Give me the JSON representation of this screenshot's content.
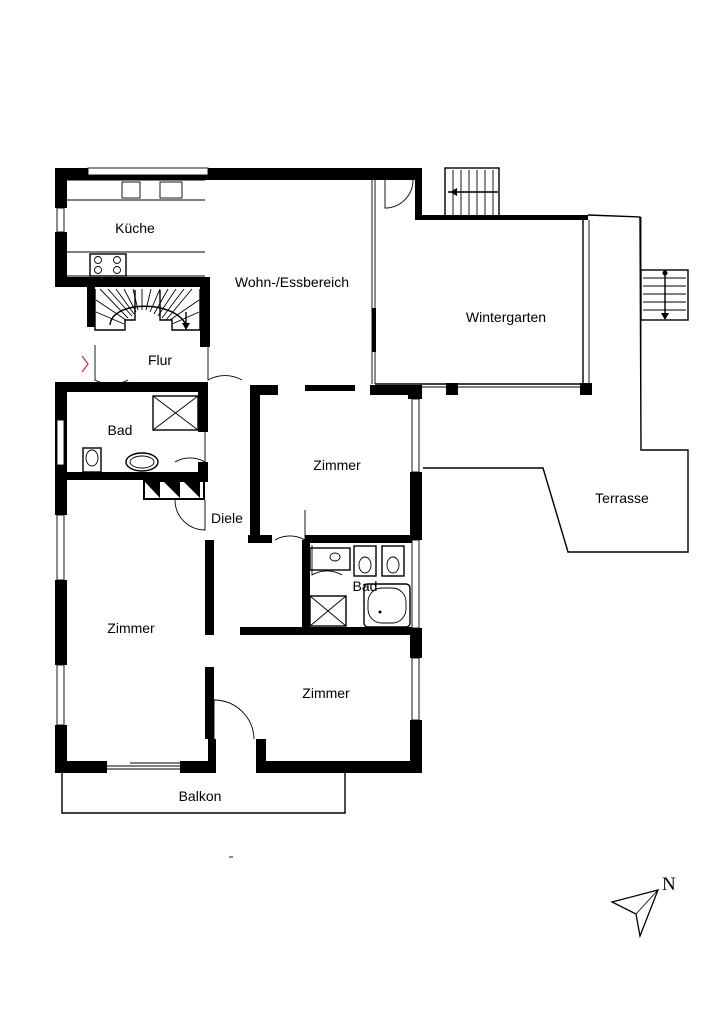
{
  "rooms": {
    "kueche": "Küche",
    "wohn": "Wohn-/Essbereich",
    "wintergarten": "Wintergarten",
    "flur": "Flur",
    "bad1": "Bad",
    "zimmer1": "Zimmer",
    "diele": "Diele",
    "terrasse": "Terrasse",
    "bad2": "Bad",
    "zimmer2": "Zimmer",
    "zimmer3": "Zimmer",
    "balkon": "Balkon"
  },
  "compass": {
    "label": "N"
  },
  "colors": {
    "wall": "#000000",
    "background": "#ffffff",
    "entry_mark": "#d63030"
  }
}
